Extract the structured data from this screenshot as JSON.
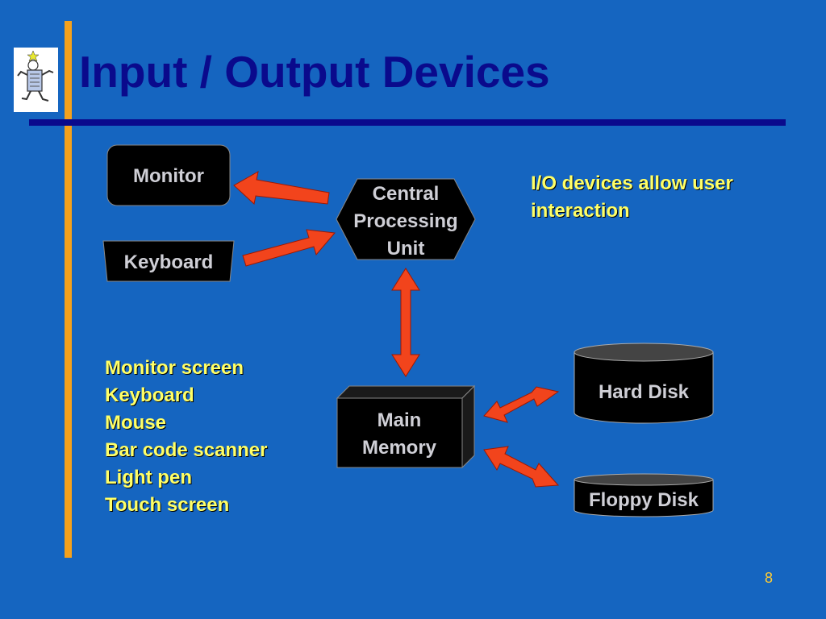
{
  "title": "Input / Output Devices",
  "colors": {
    "background": "#1565c0",
    "title": "#0a0a8c",
    "accent_bar": "#f5a11c",
    "arrow": "#f2441c",
    "box_fill": "#000000",
    "box_label": "#cfcfd6",
    "highlight_text": "#ffff66"
  },
  "diagram": {
    "monitor": "Monitor",
    "keyboard": "Keyboard",
    "cpu_lines": [
      "Central",
      "Processing",
      "Unit"
    ],
    "memory_lines": [
      "Main",
      "Memory"
    ],
    "hard_disk": "Hard Disk",
    "floppy_disk": "Floppy Disk"
  },
  "caption": "I/O devices allow user interaction",
  "device_list": [
    "Monitor screen",
    "Keyboard",
    "Mouse",
    "Bar code scanner",
    "Light pen",
    "Touch screen"
  ],
  "page_number": "8"
}
